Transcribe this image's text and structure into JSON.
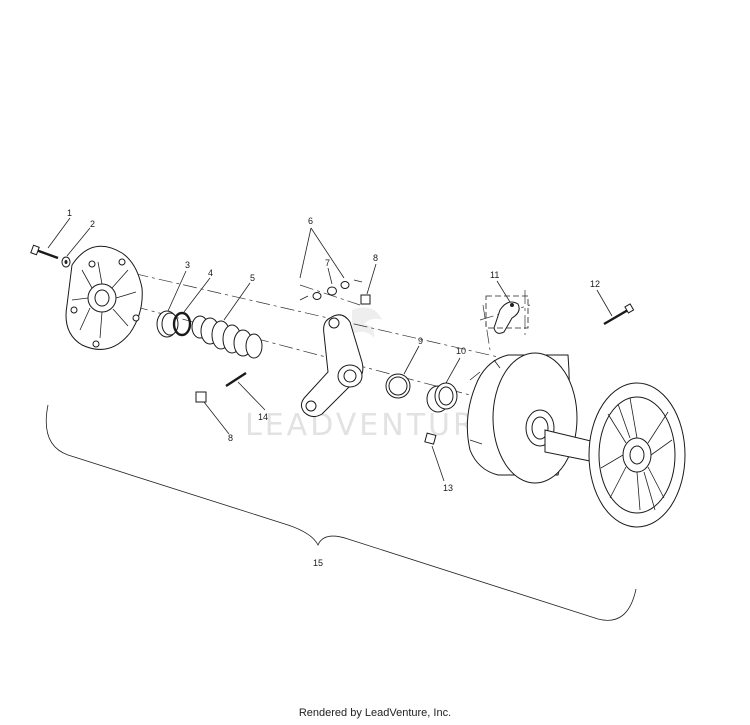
{
  "callouts": {
    "c1": "1",
    "c2": "2",
    "c3": "3",
    "c4": "4",
    "c5": "5",
    "c6": "6",
    "c7": "7",
    "c8a": "8",
    "c8b": "8",
    "c9": "9",
    "c10": "10",
    "c11": "11",
    "c12": "12",
    "c13": "13",
    "c14": "14",
    "c15": "15"
  },
  "watermark": "LEADVENTURE",
  "footer": "Rendered by LeadVenture, Inc."
}
